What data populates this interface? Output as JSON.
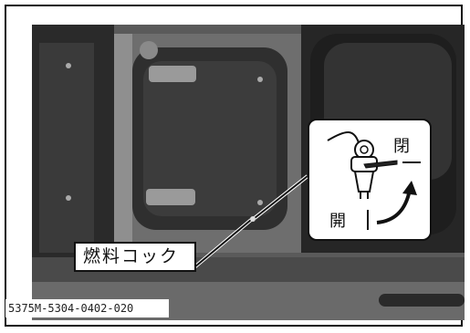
{
  "callout_label": "燃料コック",
  "state_closed": "閉",
  "state_open": "開",
  "figure_code": "5375M-5304-0402-020",
  "colors": {
    "frame": "#111111",
    "photo_dark": "#2a2a2a",
    "photo_mid": "#555555",
    "photo_light": "#8a8a8a"
  },
  "icons": [
    "fuel-cock-valve-icon",
    "rotation-arrow-icon"
  ]
}
